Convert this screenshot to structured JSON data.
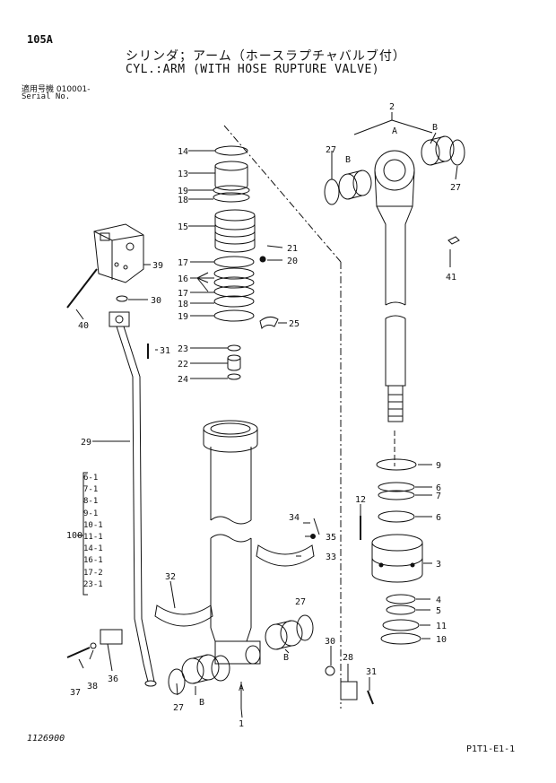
{
  "page": {
    "page_number": "105A",
    "title_jp": "シリンダ；アーム（ホースラプチャバルブ付）",
    "title_en": "CYL.:ARM (WITH HOSE RUPTURE VALVE)",
    "serial_jp": "適用号機 010001-",
    "serial_en": "Serial No.",
    "drawing_number": "1126900",
    "figure_code": "P1T1-E1-1"
  },
  "group_100": {
    "label": "100",
    "members": [
      "6-1",
      "7-1",
      "8-1",
      "9-1",
      "10-1",
      "11-1",
      "14-1",
      "16-1",
      "17-2",
      "23-1"
    ]
  },
  "callouts": {
    "c1": "1",
    "c2": "2",
    "c3": "3",
    "c4": "4",
    "c5": "5",
    "c6a": "6",
    "c6b": "6",
    "c7": "7",
    "c9": "9",
    "c10": "10",
    "c11": "11",
    "c12": "12",
    "c13": "13",
    "c14": "14",
    "c15": "15",
    "c16": "16",
    "c17a": "17",
    "c17b": "17",
    "c18a": "18",
    "c18b": "18",
    "c19a": "19",
    "c19b": "19",
    "c20": "20",
    "c21": "21",
    "c22": "22",
    "c23": "23",
    "c24": "24",
    "c25": "25",
    "c27a": "27",
    "c27b": "27",
    "c27c": "27",
    "c27d": "27",
    "c28": "28",
    "c29": "29",
    "c30a": "30",
    "c30b": "30",
    "c31a": "31",
    "c31b": "31",
    "c32": "32",
    "c33": "33",
    "c34": "34",
    "c35": "35",
    "c36": "36",
    "c37": "37",
    "c38": "38",
    "c39": "39",
    "c40": "40",
    "c41": "41",
    "A1": "A",
    "A2": "A",
    "B1": "B",
    "B2": "B",
    "B3": "B",
    "B4": "B"
  }
}
